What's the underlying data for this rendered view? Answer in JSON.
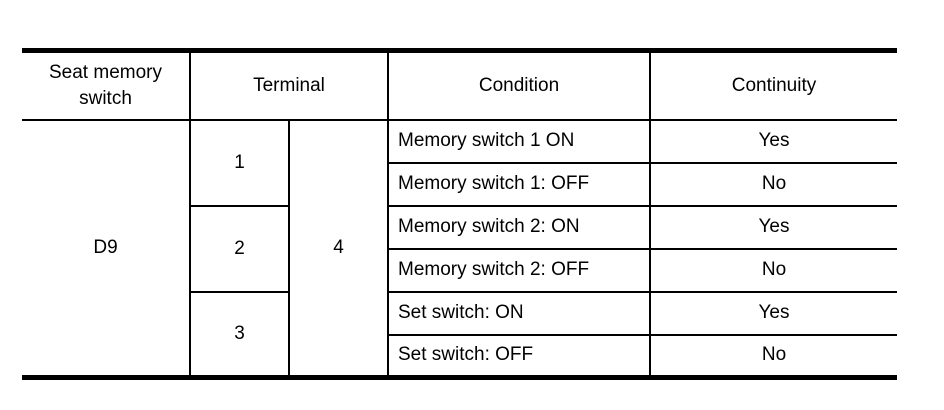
{
  "table": {
    "headers": {
      "seat_memory_switch": "Seat memory switch",
      "terminal": "Terminal",
      "condition": "Condition",
      "continuity": "Continuity"
    },
    "switch_name": "D9",
    "terminal_groups": [
      "1",
      "2",
      "3"
    ],
    "terminal_common": "4",
    "rows": [
      {
        "condition": "Memory switch 1 ON",
        "continuity": "Yes"
      },
      {
        "condition": "Memory switch 1: OFF",
        "continuity": "No"
      },
      {
        "condition": "Memory switch 2: ON",
        "continuity": "Yes"
      },
      {
        "condition": "Memory switch 2: OFF",
        "continuity": "No"
      },
      {
        "condition": "Set switch: ON",
        "continuity": "Yes"
      },
      {
        "condition": "Set switch: OFF",
        "continuity": "No"
      }
    ],
    "colors": {
      "line": "#000000",
      "text": "#000000",
      "background": "#ffffff"
    }
  }
}
